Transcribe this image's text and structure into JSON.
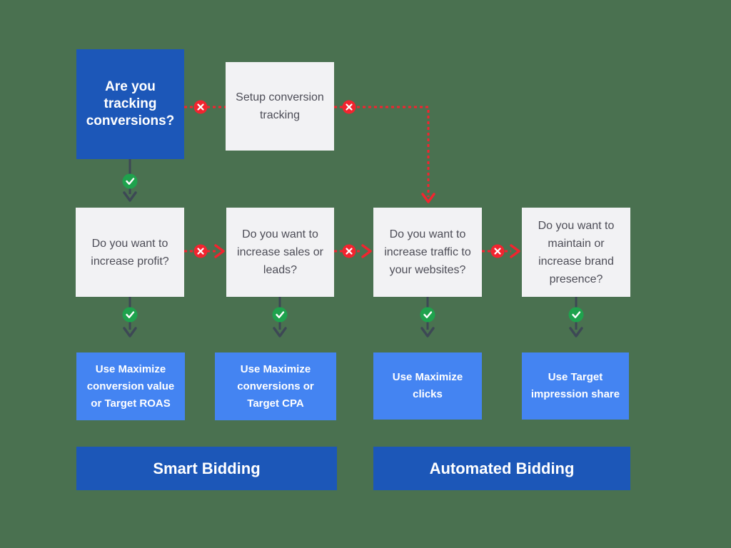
{
  "colors": {
    "background": "#4A7150",
    "dark_blue": "#1C57B8",
    "light_blue": "#4484F2",
    "box_gray": "#F2F2F4",
    "question_text": "#4D4D57",
    "no_red": "#F2242F",
    "yes_green": "#1FA24D",
    "arrow_slate": "#3D4855",
    "white": "#FFFFFF"
  },
  "icons": {
    "yes_marker": "check-circle",
    "no_marker": "x-circle"
  },
  "flowchart": {
    "root": {
      "text": "Are you tracking conversions?"
    },
    "setup": {
      "text": "Setup conversion tracking"
    },
    "questions": [
      {
        "text": "Do you want to increase profit?"
      },
      {
        "text": "Do you want to increase sales or leads?"
      },
      {
        "text": "Do you want to increase traffic to your websites?"
      },
      {
        "text": "Do you want to maintain or increase brand presence?"
      }
    ],
    "strategies": [
      {
        "text": "Use Maximize conversion value or Target ROAS"
      },
      {
        "text": "Use Maximize conversions or Target CPA"
      },
      {
        "text": "Use Maximize clicks"
      },
      {
        "text": "Use Target impression share"
      }
    ],
    "banners": [
      {
        "text": "Smart Bidding"
      },
      {
        "text": "Automated Bidding"
      }
    ]
  }
}
